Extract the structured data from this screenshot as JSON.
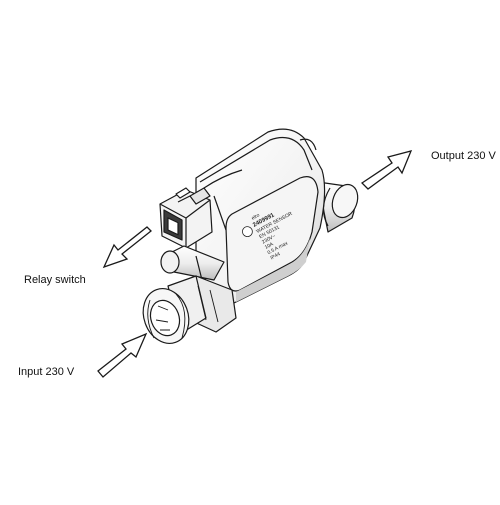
{
  "labels": {
    "output": "Output 230 V",
    "relay": "Relay switch",
    "input": "Input 230 V"
  },
  "product_markings": {
    "logo": "elro",
    "part_number": "2409991",
    "lines": [
      "WATER SENSOR",
      "EN 50131",
      "230V~",
      "10A",
      "0.5 A max",
      "IP44"
    ]
  },
  "colors": {
    "line": "#1a1a1a",
    "fill": "#ffffff",
    "shade": "#d9d9d9",
    "dark": "#3a3a3a"
  }
}
